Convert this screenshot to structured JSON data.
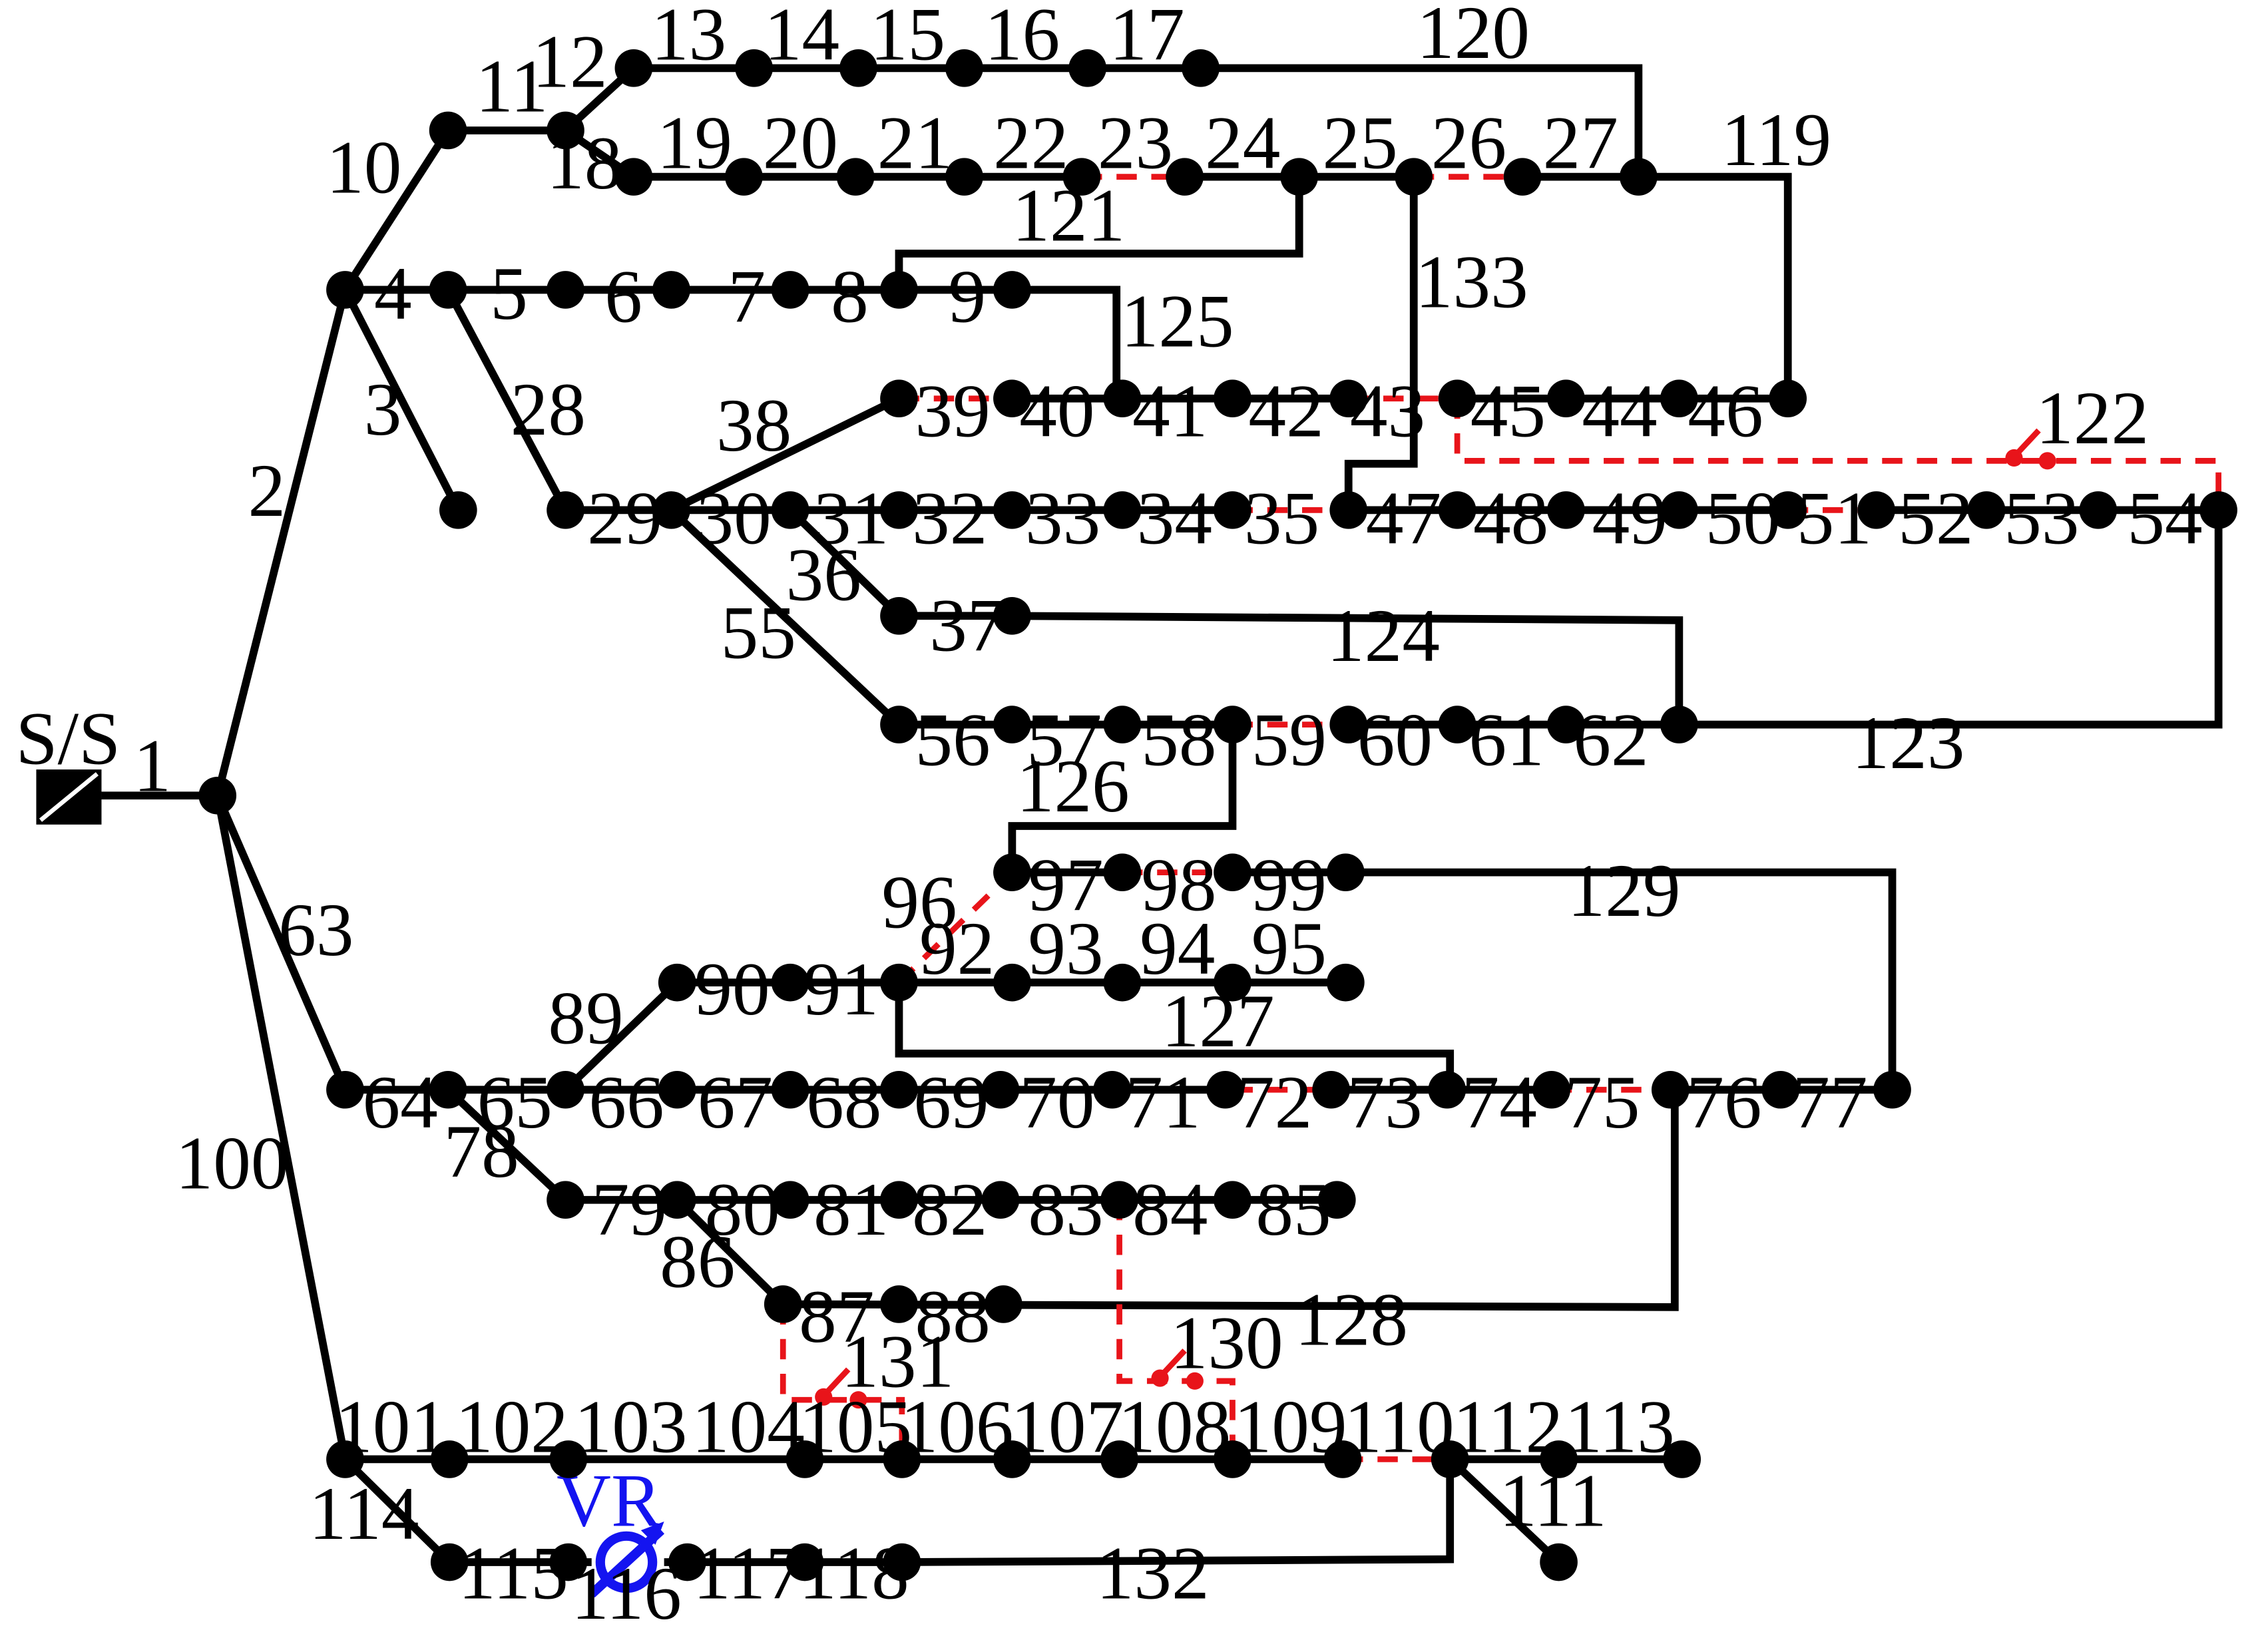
{
  "substation_label": "S/S",
  "regulator_label": "VR",
  "branch_labels": [
    "1",
    "2",
    "3",
    "4",
    "5",
    "6",
    "7",
    "8",
    "9",
    "10",
    "11",
    "12",
    "13",
    "14",
    "15",
    "16",
    "17",
    "18",
    "19",
    "20",
    "21",
    "22",
    "23",
    "24",
    "25",
    "26",
    "27",
    "28",
    "29",
    "30",
    "31",
    "32",
    "33",
    "34",
    "35",
    "36",
    "37",
    "38",
    "39",
    "40",
    "41",
    "42",
    "43",
    "44",
    "45",
    "46",
    "47",
    "48",
    "49",
    "50",
    "51",
    "52",
    "53",
    "54",
    "55",
    "56",
    "57",
    "58",
    "59",
    "60",
    "61",
    "62",
    "63",
    "64",
    "65",
    "66",
    "67",
    "68",
    "69",
    "70",
    "71",
    "72",
    "73",
    "74",
    "75",
    "76",
    "77",
    "78",
    "79",
    "80",
    "81",
    "82",
    "83",
    "84",
    "85",
    "86",
    "87",
    "88",
    "89",
    "90",
    "91",
    "92",
    "93",
    "94",
    "95",
    "96",
    "97",
    "98",
    "99",
    "100",
    "101",
    "102",
    "103",
    "104",
    "105",
    "106",
    "107",
    "108",
    "109",
    "110",
    "111",
    "112",
    "113",
    "114",
    "115",
    "116",
    "117",
    "118",
    "119",
    "120",
    "121",
    "122",
    "123",
    "124",
    "125",
    "126",
    "127",
    "128",
    "129",
    "130",
    "131",
    "132",
    "133"
  ],
  "colors": {
    "line": "#000000",
    "tie_switch": "#e8141a",
    "regulator": "#1414f0",
    "background": "#ffffff"
  }
}
